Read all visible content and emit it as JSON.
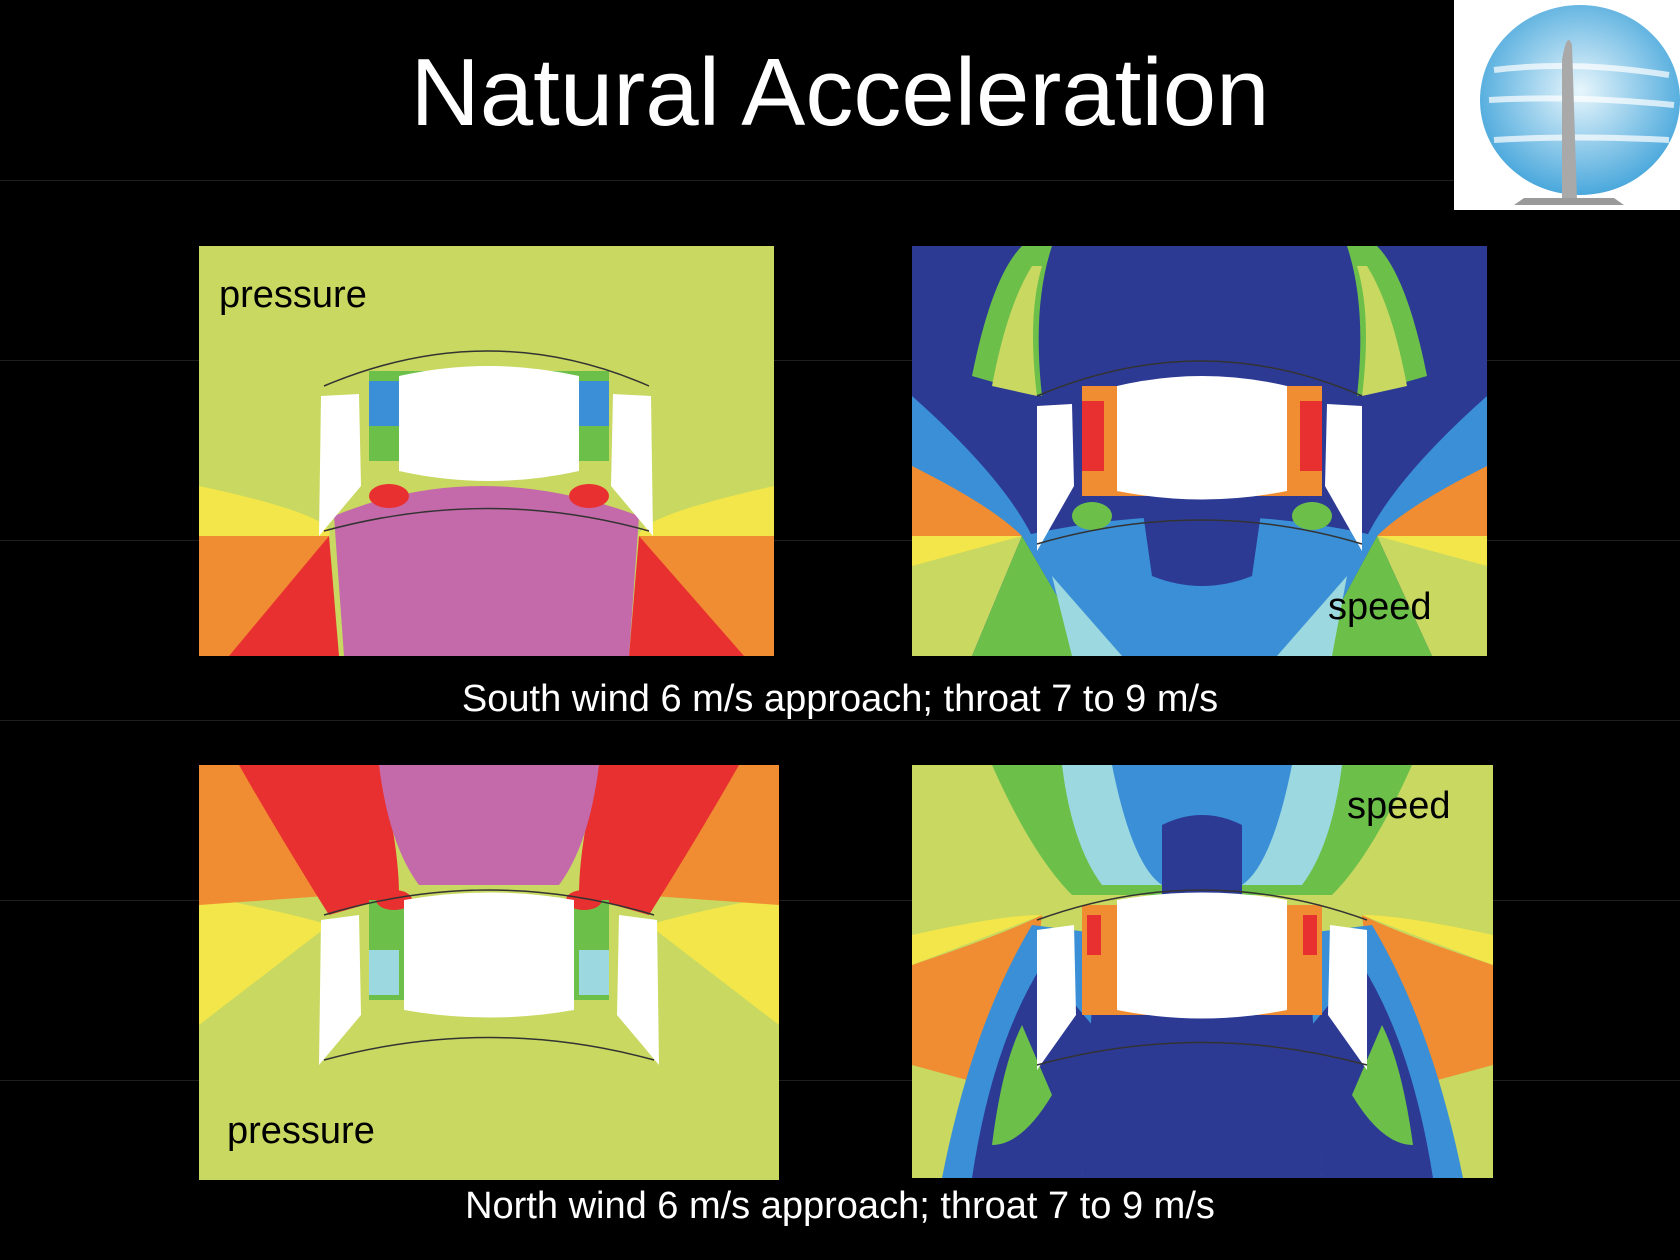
{
  "slide": {
    "title": "Natural Acceleration",
    "captions": {
      "south": "South wind 6 m/s approach; throat 7 to 9 m/s",
      "north": "North wind 6 m/s approach; throat 7 to 9 m/s"
    },
    "panels": {
      "south_pressure_label": "pressure",
      "south_speed_label": "speed",
      "north_pressure_label": "pressure",
      "north_speed_label": "speed"
    }
  },
  "colors": {
    "background": "#000000",
    "contour_green": "#c8d860",
    "contour_yellow": "#f2e64a",
    "contour_orange": "#f08c32",
    "contour_red": "#e83030",
    "contour_magenta": "#c46aaa",
    "contour_dark_blue": "#2c3a94",
    "contour_blue": "#3a8fd6",
    "contour_cyan": "#9cd8e0",
    "contour_bright_green": "#6cc04a"
  },
  "icons": [
    "logo-turbine-icon"
  ]
}
